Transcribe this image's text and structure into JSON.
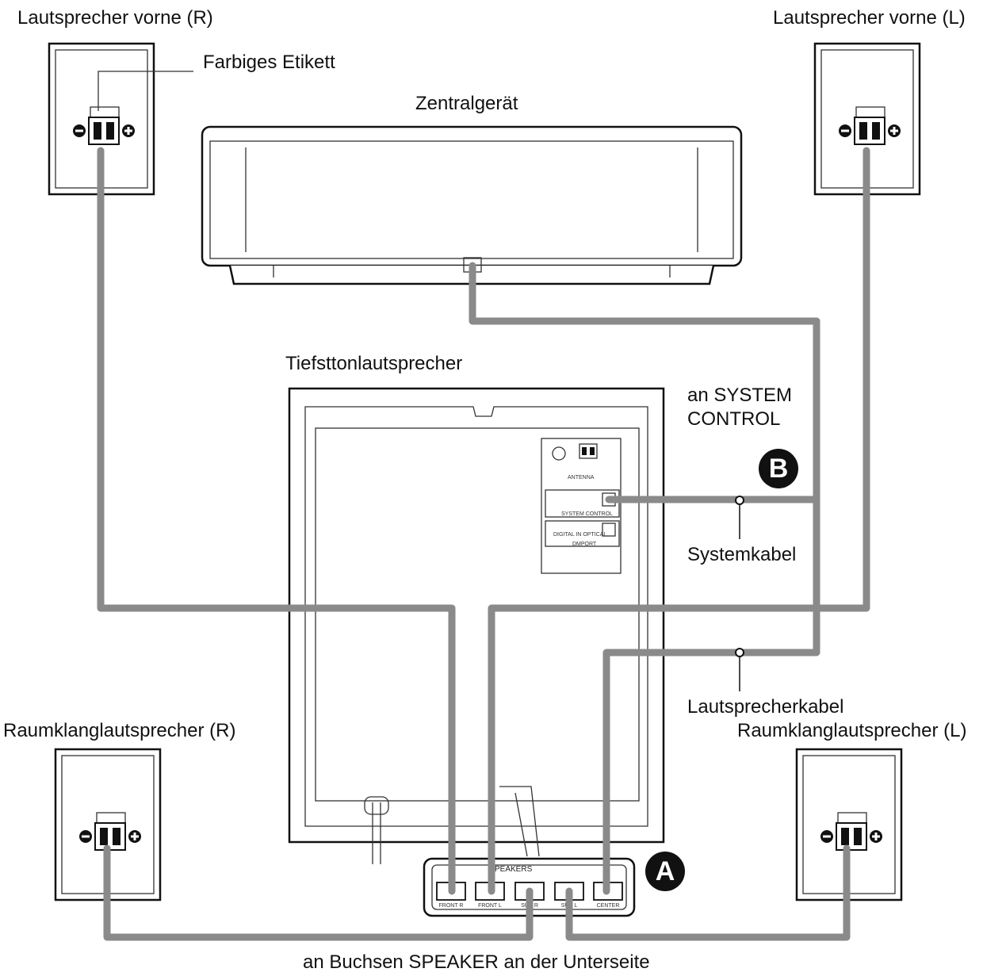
{
  "labels": {
    "front_r": "Lautsprecher vorne (R)",
    "front_l": "Lautsprecher vorne (L)",
    "color_label": "Farbiges Etikett",
    "center": "Zentralgerät",
    "subwoofer": "Tiefsttonlautsprecher",
    "system_control_1": "an SYSTEM",
    "system_control_2": "CONTROL",
    "system_cable": "Systemkabel",
    "speaker_cable": "Lautsprecherkabel",
    "surround_r": "Raumklanglautsprecher (R)",
    "surround_l": "Raumklanglautsprecher (L)",
    "bottom": "an Buchsen SPEAKER an der Unterseite"
  },
  "badges": {
    "a": "A",
    "b": "B"
  },
  "panel": {
    "speakers_title": "PEAKERS",
    "jacks": [
      "FRONT R",
      "FRONT L",
      "SUR R",
      "SUR L",
      "CENTER"
    ],
    "system_control": "SYSTEM CONTROL",
    "digital_in": "DIGITAL IN OPTICAL",
    "dmport": "DMPORT",
    "antenna": "ANTENNA"
  },
  "colors": {
    "cable": "#8a8a8a",
    "line": "#111111",
    "background": "#ffffff"
  }
}
